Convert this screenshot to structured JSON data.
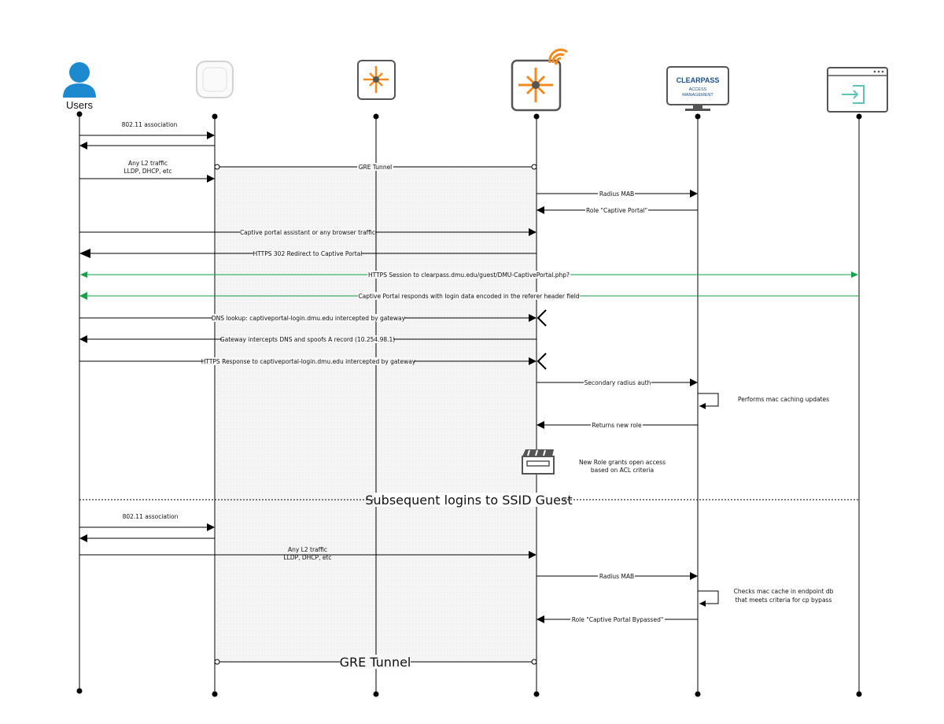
{
  "actors": {
    "users": "Users",
    "clearpass_brand": "CLEARPASS",
    "clearpass_sub1": "ACCESS",
    "clearpass_sub2": "MANAGEMENT"
  },
  "colors": {
    "orange": "#f28a1e",
    "green": "#1a9e4a",
    "blue": "#1d8ad0",
    "clearpass_blue": "#1b4f8a",
    "teal": "#5fc3b5",
    "line": "#000000"
  },
  "icons": {
    "users": "user-icon",
    "ap": "access-point-icon",
    "switch": "switch-icon",
    "gateway": "wireless-gateway-icon",
    "clearpass": "clearpass-monitor-icon",
    "portal": "login-window-icon",
    "role": "clapperboard-icon"
  },
  "messages": {
    "m1": "802.11 association",
    "m2a": "Any L2 traffic",
    "m2b": "LLDP, DHCP, etc",
    "gre1": "GRE Tunnel",
    "radius_mab": "Radius MAB",
    "role_cp": "Role \"Captive Portal\"",
    "cp_assistant": "Captive portal assistant or any browser traffic",
    "https302": "HTTPS 302 Redirect to Captive Portal",
    "https_session": "HTTPS Session to clearpass.dmu.edu/guest/DMU-CaptivePortal.php?",
    "cp_responds": "Captive Portal responds with login data encoded in the referer header field",
    "dns_lookup": "DNS lookup: captiveportal-login.dmu.edu intercepted by gateway",
    "gw_spoofs": "Gateway intercepts DNS and spoofs A record (10.254.98.1)",
    "https_response": "HTTPS Response to captiveportal-login.dmu.edu intercepted by gateway",
    "secondary_radius": "Secondary radius auth",
    "mac_caching": "Performs mac caching updates",
    "returns_role": "Returns new role",
    "new_role_a": "New Role grants open access",
    "new_role_b": "based on ACL criteria",
    "subsequent": "Subsequent logins to SSID Guest",
    "m1b": "802.11 association",
    "m2c": "Any L2 traffic",
    "m2d": "LLDP, DHCP, etc",
    "radius_mab2": "Radius MAB",
    "checks_a": "Checks mac cache in endpoint db",
    "checks_b": "that meets criteria for cp bypass",
    "role_bypassed": "Role \"Captive Portal Bypassed\"",
    "gre2": "GRE Tunnel"
  }
}
